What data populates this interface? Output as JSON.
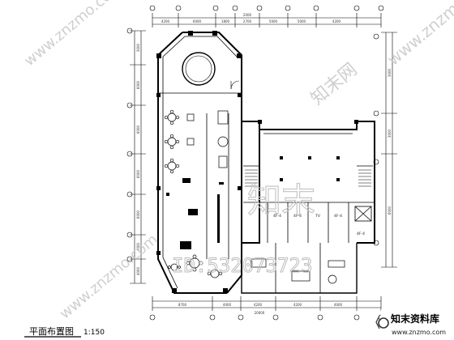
{
  "drawing": {
    "title": "平面布置图",
    "scale": "1:150"
  },
  "dimensions": {
    "top_total": "2000",
    "top_segments": [
      "4200",
      "6000",
      "1800",
      "2700",
      "5000",
      "5000",
      "4200"
    ],
    "bottom_total": "20000",
    "bottom_segments": [
      "8700",
      "4000",
      "4200",
      "4200",
      "4000"
    ],
    "left_segments": [
      "3000",
      "6000",
      "6000",
      "6000",
      "6000",
      "4000",
      "4000"
    ],
    "right_segments": [
      "3000",
      "3000",
      "6000"
    ]
  },
  "room_labels": [
    "4F-4",
    "4F-4",
    "TV",
    "4F-4",
    "4F-4"
  ],
  "watermarks": {
    "brand_cn": "知末网",
    "brand_cn_big": "知末",
    "id_text": "ID:532073723",
    "site_url": "www.znzmo.com",
    "corner_title": "知末资料库",
    "corner_url": "www.znzmo.com"
  },
  "colors": {
    "line": "#000000",
    "watermark": "#cfcfcf",
    "corner_bg": "#ffffff"
  }
}
